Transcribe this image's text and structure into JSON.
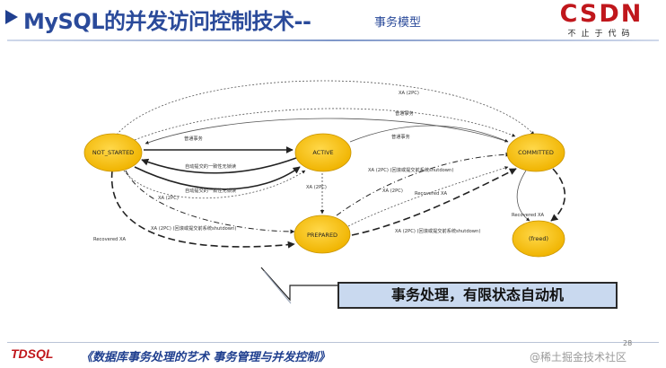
{
  "header": {
    "title": "MySQL的并发访问控制技术--",
    "subtitle": "事务模型",
    "logo_text": "CSDN",
    "logo_sub": "不止于代码"
  },
  "diagram": {
    "states": {
      "not_started": "NOT_STARTED",
      "active": "ACTIVE",
      "committed": "COMMITTED",
      "prepared": "PREPARED",
      "freed": "(freed)"
    },
    "edges": {
      "xa_2pc_top": "XA (2PC)",
      "normal_tx_top": "普通事务",
      "normal_tx_start": "普通事务",
      "normal_tx_active_committed": "普通事务",
      "autocommit_consistent_snapshot_1": "自动提交的一致性无锁读",
      "autocommit_consistent_snapshot_2": "自动提交的一致性无锁读",
      "xa_2pc_left": "XA (2PC)",
      "xa_2pc_active_prepared": "XA (2PC)",
      "xa_2pc_shutdown_upper": "XA (2PC) (回滚或提交前系统shutdown)",
      "xa_2pc_mid": "XA (2PC)",
      "recovered_xa_mid": "Recovered XA",
      "recovered_xa_left": "Recovered XA",
      "xa_2pc_shutdown_left": "XA (2PC) (回滚或提交前系统shutdown)",
      "xa_2pc_shutdown_lower": "XA (2PC) (回滚或提交前系统shutdown)",
      "recovered_xa_right": "Recovered XA"
    }
  },
  "summary": "事务处理，有限状态自动机",
  "footer": {
    "brand": "TDSQL",
    "book_title": "《数据库事务处理的艺术  事务管理与并发控制》",
    "page_number": "28",
    "watermark": "@稀土掘金技术社区"
  },
  "colors": {
    "state_fill": "#f5c518",
    "title_blue": "#2a4a9a",
    "logo_red": "#c0171c",
    "summary_fill": "#c9d9ef"
  }
}
